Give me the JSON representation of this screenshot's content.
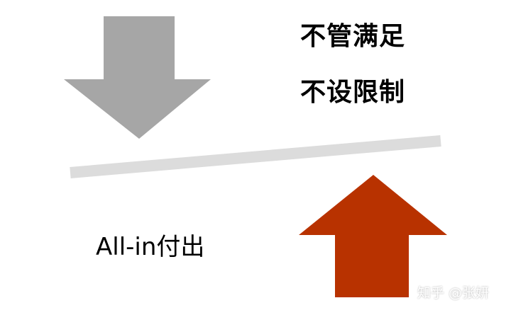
{
  "labels": {
    "no_limit_satisfy": "不管满足",
    "no_restrictions": "不设限制",
    "all_in_pay": "All-in付出"
  },
  "watermark": "知乎 @张妍",
  "colors": {
    "down_arrow": "#a6a6a6",
    "up_arrow": "#b83200",
    "beam": "#dcdcdc",
    "text": "#000000"
  }
}
